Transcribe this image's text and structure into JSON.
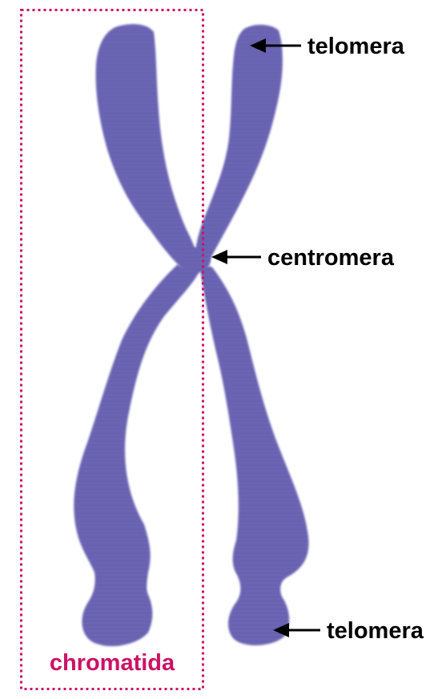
{
  "labels": {
    "telomere_top": "telomera",
    "centromere": "centromera",
    "telomere_bottom": "telomera",
    "chromatid": "chromatida"
  },
  "colors": {
    "chromosome": "#6b64b4",
    "chromosome_dark": "#4f4898",
    "chromatid_box": "#cc1166",
    "chromatid_label": "#cc1166",
    "arrow": "#000000",
    "background": "#ffffff"
  }
}
